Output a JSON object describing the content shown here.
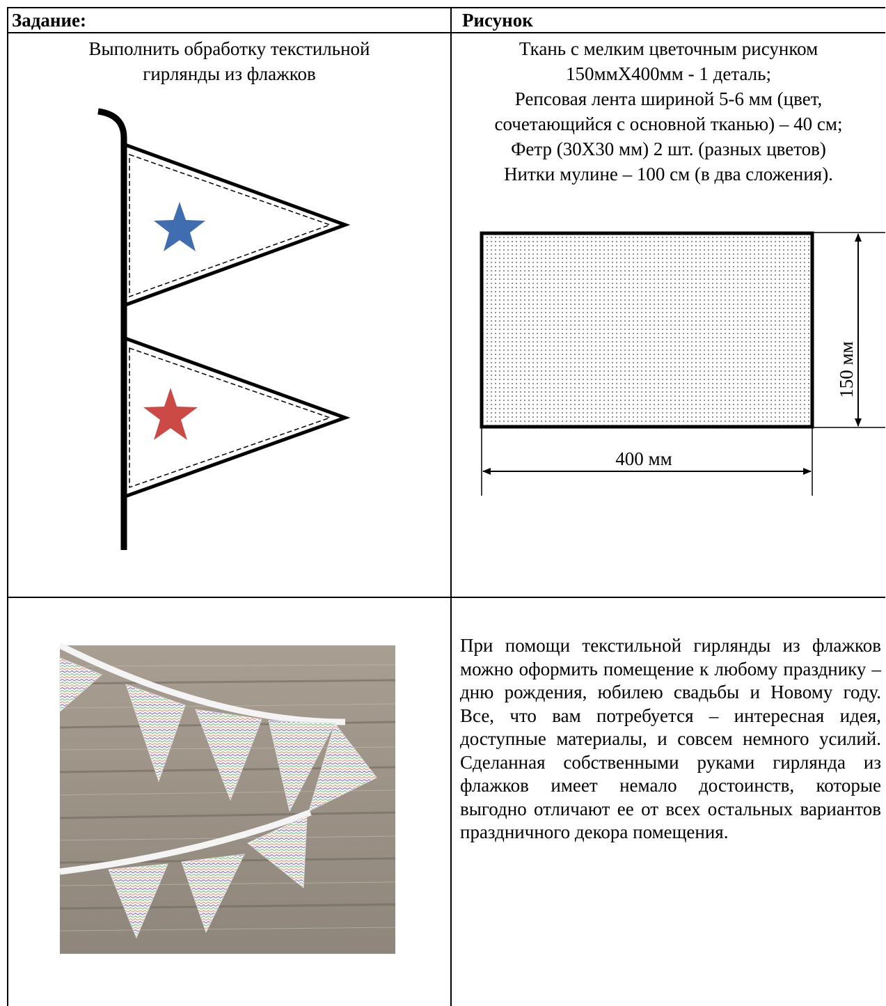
{
  "table": {
    "header_left": "Задание:",
    "header_right": "Рисунок"
  },
  "task": {
    "line1": "Выполнить обработку текстильной",
    "line2": "гирлянды из флажков"
  },
  "materials": [
    "Ткань с мелким цветочным рисунком",
    "150ммX400мм  - 1 деталь;",
    "Репсовая лента шириной 5-6 мм (цвет,",
    "сочетающийся с основной тканью) – 40 см;",
    "Фетр (30X30 мм) 2 шт. (разных цветов)",
    "Нитки мулине – 100 см (в два сложения)."
  ],
  "drawing": {
    "width_label": "400 мм",
    "height_label": "150  мм",
    "star_colors": [
      "#3f6db0",
      "#cc4a46"
    ]
  },
  "description": "При помощи текстильной гирлянды из флажков можно оформить помещение к любому празднику – дню рождения, юбилею свадьбы и Новому году. Все, что вам потребуется – интересная идея, доступные материалы, и совсем немного усилий. Сделанная собственными руками гирлянда из флажков имеет немало достоинств, которые выгодно отличают ее от всех остальных вариантов праздничного декора помещения."
}
